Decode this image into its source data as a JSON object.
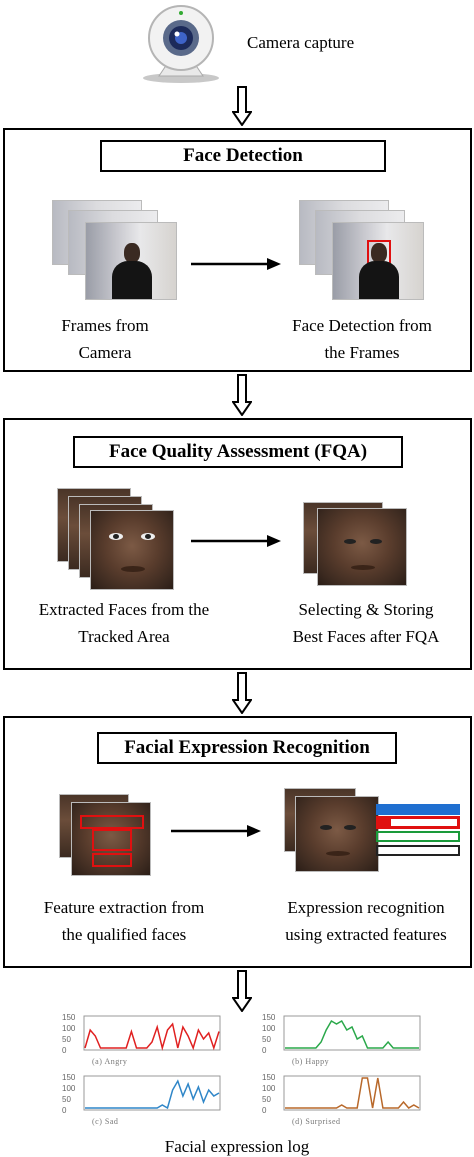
{
  "camera": {
    "label": "Camera capture"
  },
  "face_detection": {
    "title": "Face Detection",
    "left_caption_1": "Frames from",
    "left_caption_2": "Camera",
    "right_caption_1": "Face Detection from",
    "right_caption_2": "the Frames"
  },
  "fqa": {
    "title": "Face Quality Assessment (FQA)",
    "left_caption_1": "Extracted Faces from the",
    "left_caption_2": "Tracked Area",
    "right_caption_1": "Selecting & Storing",
    "right_caption_2": "Best Faces after FQA"
  },
  "fer": {
    "title": "Facial Expression Recognition",
    "left_caption_1": "Feature extraction from",
    "left_caption_2": "the qualified faces",
    "right_caption_1": "Expression recognition",
    "right_caption_2": "using extracted features"
  },
  "log": {
    "title": "Facial expression log",
    "charts": [
      {
        "caption": "(a) Angry",
        "color": "#e02020",
        "ylabels": [
          "150",
          "100",
          "50",
          "0"
        ]
      },
      {
        "caption": "(b) Happy",
        "color": "#2aa84a",
        "ylabels": [
          "150",
          "100",
          "50",
          "0"
        ]
      },
      {
        "caption": "(c) Sad",
        "color": "#2f86c8",
        "ylabels": [
          "150",
          "100",
          "50",
          "0"
        ]
      },
      {
        "caption": "(d) Surprised",
        "color": "#b8682a",
        "ylabels": [
          "150",
          "100",
          "50",
          "0"
        ]
      }
    ]
  },
  "colors": {
    "border": "#000000",
    "detect_box": "#e01010",
    "bar_blue": "#1f6fd0",
    "bar_red": "#e01010",
    "bar_green": "#1a9a3a"
  }
}
